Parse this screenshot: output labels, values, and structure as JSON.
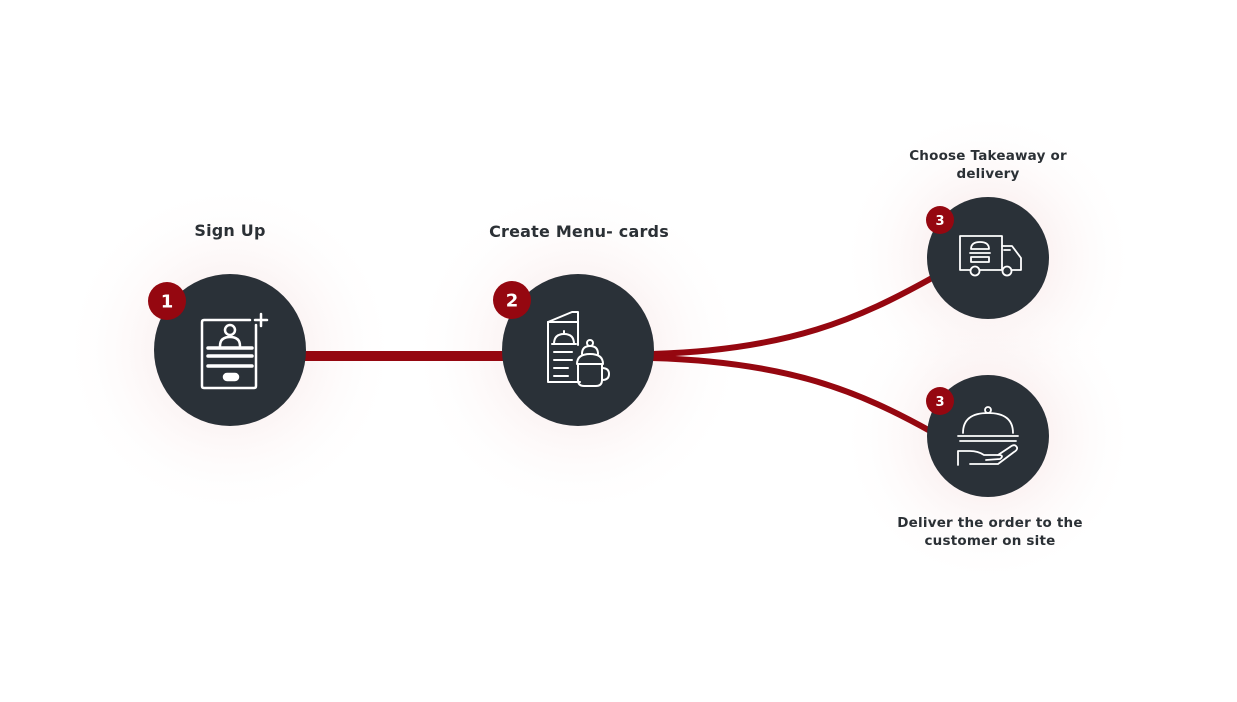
{
  "colors": {
    "connector": "#950710",
    "node_fill": "#2a3138",
    "badge_fill": "#950710",
    "icon_stroke": "#ffffff",
    "label_text": "#2b3035"
  },
  "steps": [
    {
      "number": "1",
      "label": "Sign Up",
      "icon": "user-add-icon"
    },
    {
      "number": "2",
      "label": "Create Menu- cards",
      "icon": "menu-card-coffee-icon"
    },
    {
      "number": "3",
      "label": "Choose Takeaway or\ndelivery",
      "icon": "delivery-truck-icon"
    },
    {
      "number": "3",
      "label": "Deliver the order to the\ncustomer on site",
      "icon": "serving-cloche-hand-icon"
    }
  ]
}
